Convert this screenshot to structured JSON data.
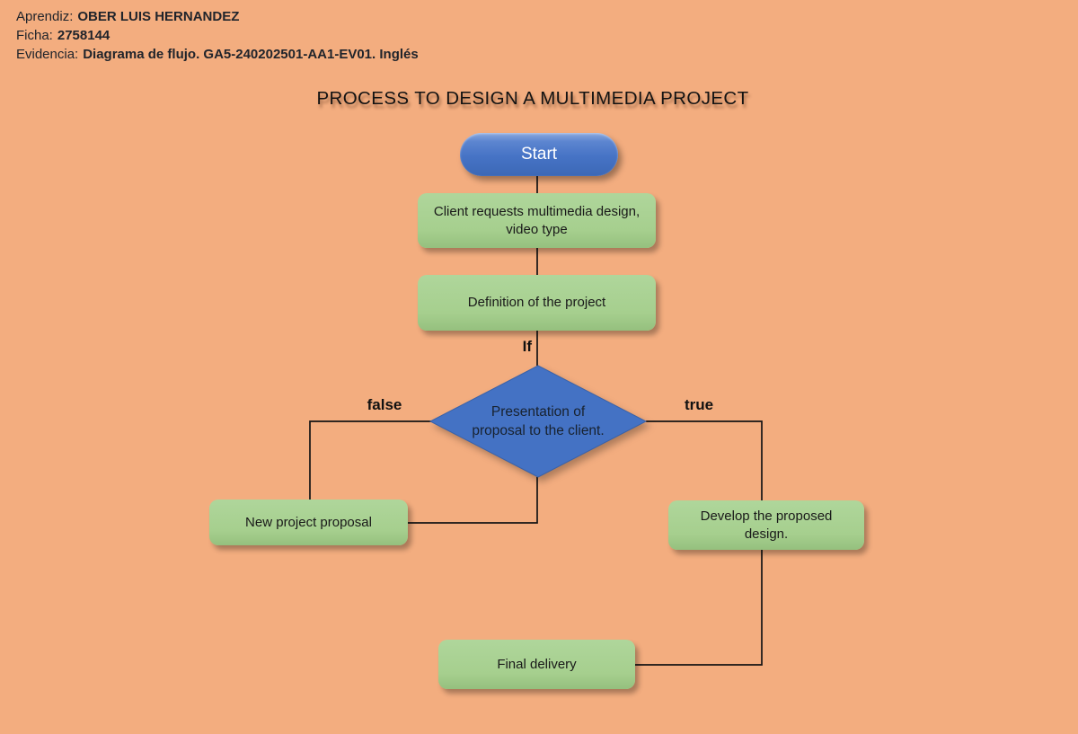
{
  "colors": {
    "background": "#F3AD7F",
    "process_fill": "#A6CF8E",
    "flow_blue": "#4472C4",
    "connector": "#141414",
    "text_dark": "#1C1C1C"
  },
  "header": {
    "aprendiz_label": "Aprendiz:",
    "aprendiz_value": "OBER LUIS HERNANDEZ",
    "ficha_label": "Ficha:",
    "ficha_value": "2758144",
    "evidencia_label": "Evidencia:",
    "evidencia_value": "Diagrama de flujo. GA5-240202501-AA1-EV01. Inglés"
  },
  "diagram": {
    "title": "PROCESS TO DESIGN A MULTIMEDIA PROJECT",
    "nodes": {
      "start": "Start",
      "client_request": "Client requests multimedia design, video type",
      "definition": "Definition of the project",
      "decision_line1": "Presentation of",
      "decision_line2": "proposal to the client.",
      "new_proposal": "New project proposal",
      "develop": "Develop the proposed design.",
      "final_delivery": "Final delivery"
    },
    "labels": {
      "if": "If",
      "false_branch": "false",
      "true_branch": "true"
    }
  }
}
